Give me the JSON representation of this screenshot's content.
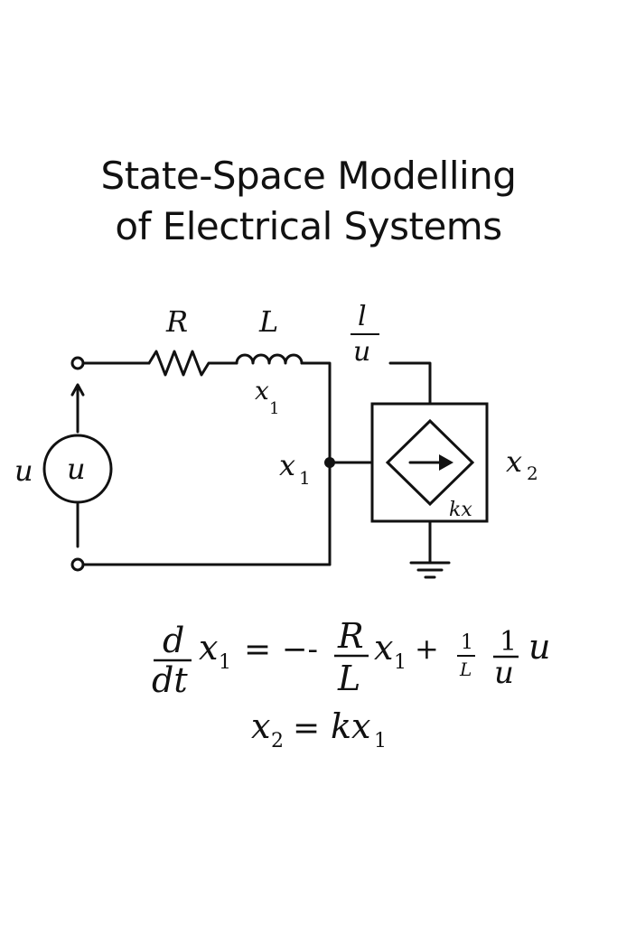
{
  "title": {
    "line1": "State-Space Modelling",
    "line2": "of Electrical Systems"
  },
  "circuit": {
    "resistor_label": "R",
    "inductor_label": "L",
    "inductor_state_label": "x",
    "inductor_state_sub": "1",
    "feed_fraction_num": "l",
    "feed_fraction_den": "u",
    "source_outer_label": "u",
    "source_inner_label": "u",
    "node_label": "x",
    "node_label_sub": "1",
    "output_label": "x",
    "output_label_sub": "2",
    "dependent_source_label": "kx",
    "icons": [
      "voltage-source-icon",
      "resistor-icon",
      "inductor-icon",
      "dependent-source-icon",
      "ground-icon",
      "arrow-icon"
    ]
  },
  "equations": {
    "eq1": {
      "d": "d",
      "dt": "dt",
      "x": "x",
      "sub": "1",
      "eq": "=",
      "minus": "−-",
      "R": "R",
      "L": "L",
      "x2": "x",
      "sub2": "1",
      "plus": "+",
      "one_a": "1",
      "L_small": "L",
      "one_b": "1",
      "u_den": "u",
      "u": "u"
    },
    "eq2": {
      "x": "x",
      "sub": "2",
      "eq": "=",
      "k": "kx",
      "sub2": "1"
    }
  }
}
